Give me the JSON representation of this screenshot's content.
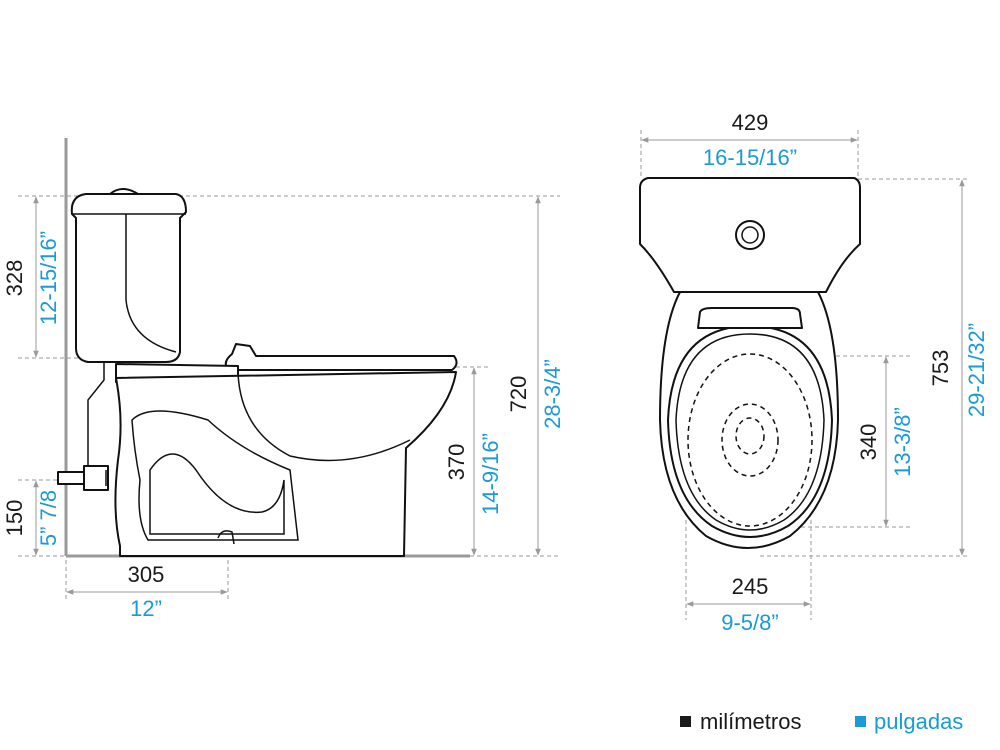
{
  "dimensions": {
    "side_tank_height": {
      "mm": "328",
      "in": "12-15/16”"
    },
    "side_supply_height": {
      "mm": "150",
      "in": "5” 7/8"
    },
    "side_rough_in": {
      "mm": "305",
      "in": "12”"
    },
    "side_rim_height": {
      "mm": "370",
      "in": "14-9/16”"
    },
    "side_total_height": {
      "mm": "720",
      "in": "28-3/4”"
    },
    "top_width": {
      "mm": "429",
      "in": "16-15/16”"
    },
    "top_total_length": {
      "mm": "753",
      "in": "29-21/32”"
    },
    "top_bowl_length": {
      "mm": "340",
      "in": "13-3/8”"
    },
    "top_bowl_width": {
      "mm": "245",
      "in": "9-5/8”"
    }
  },
  "legend": {
    "mm_label": "milímetros",
    "in_label": "pulgadas",
    "mm_color": "#1a1a1a",
    "in_color": "#1a9ad6"
  }
}
